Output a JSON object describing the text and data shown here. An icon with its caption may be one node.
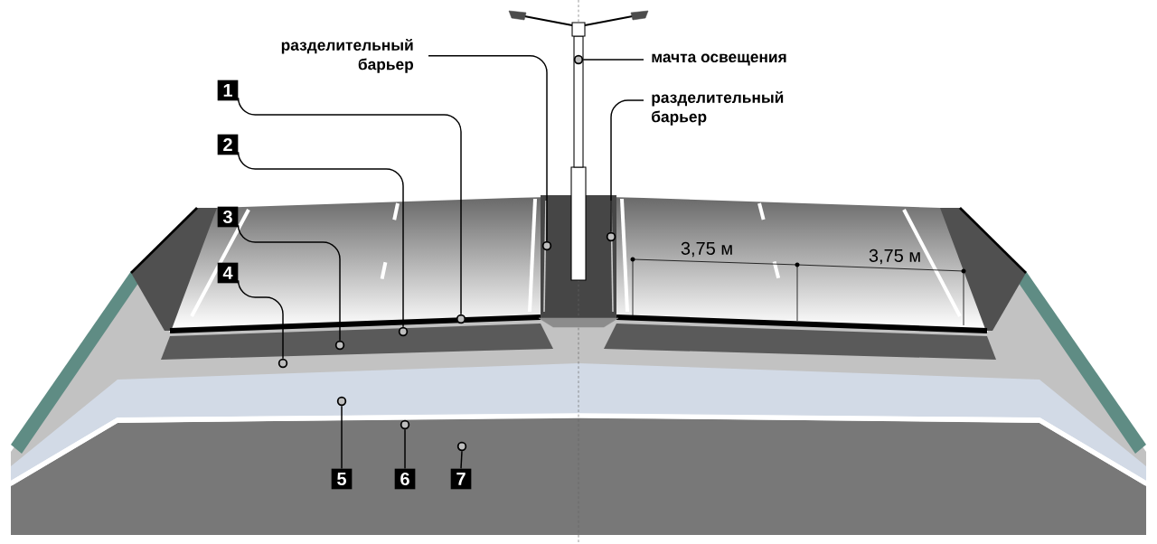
{
  "diagram": {
    "nodes": [
      {
        "text": [
          "1"
        ]
      },
      {
        "text": [
          "2"
        ]
      },
      {
        "text": [
          "3"
        ]
      },
      {
        "text": [
          "4"
        ]
      },
      {
        "text": [
          "5"
        ]
      },
      {
        "text": [
          "6"
        ]
      },
      {
        "text": [
          "7"
        ]
      },
      {
        "text": [
          "разделительный барьер"
        ]
      },
      {
        "text": [
          "мачта освещения"
        ]
      },
      {
        "text": [
          "разделительный барьер"
        ]
      },
      {
        "text": [],
        "shape": "circle"
      },
      {
        "text": [],
        "shape": "circle"
      },
      {
        "text": [],
        "shape": "circle"
      },
      {
        "text": [],
        "shape": "circle"
      },
      {
        "text": [],
        "shape": "circle"
      },
      {
        "text": [],
        "shape": "circle"
      },
      {
        "text": [],
        "shape": "circle"
      },
      {
        "text": [],
        "shape": "circle"
      },
      {
        "text": [],
        "shape": "circle"
      },
      {
        "text": [],
        "shape": "circle"
      }
    ],
    "edges": [
      {
        "from": 0,
        "to": 15,
        "arrow": "none"
      },
      {
        "from": 1,
        "to": 13,
        "arrow": "none"
      },
      {
        "from": 2,
        "to": 11,
        "arrow": "none"
      },
      {
        "from": 3,
        "to": 10,
        "arrow": "none"
      },
      {
        "from": 4,
        "to": 12,
        "arrow": "none"
      },
      {
        "from": 5,
        "to": 14,
        "arrow": "none"
      },
      {
        "from": 6,
        "to": 16,
        "arrow": "none"
      },
      {
        "from": 7,
        "to": 17,
        "arrow": "none"
      },
      {
        "from": 8,
        "to": 18,
        "arrow": "none"
      },
      {
        "from": 9,
        "to": 19,
        "arrow": "none"
      }
    ],
    "labels": [
      "3,75 м",
      "3,75 м"
    ]
  }
}
